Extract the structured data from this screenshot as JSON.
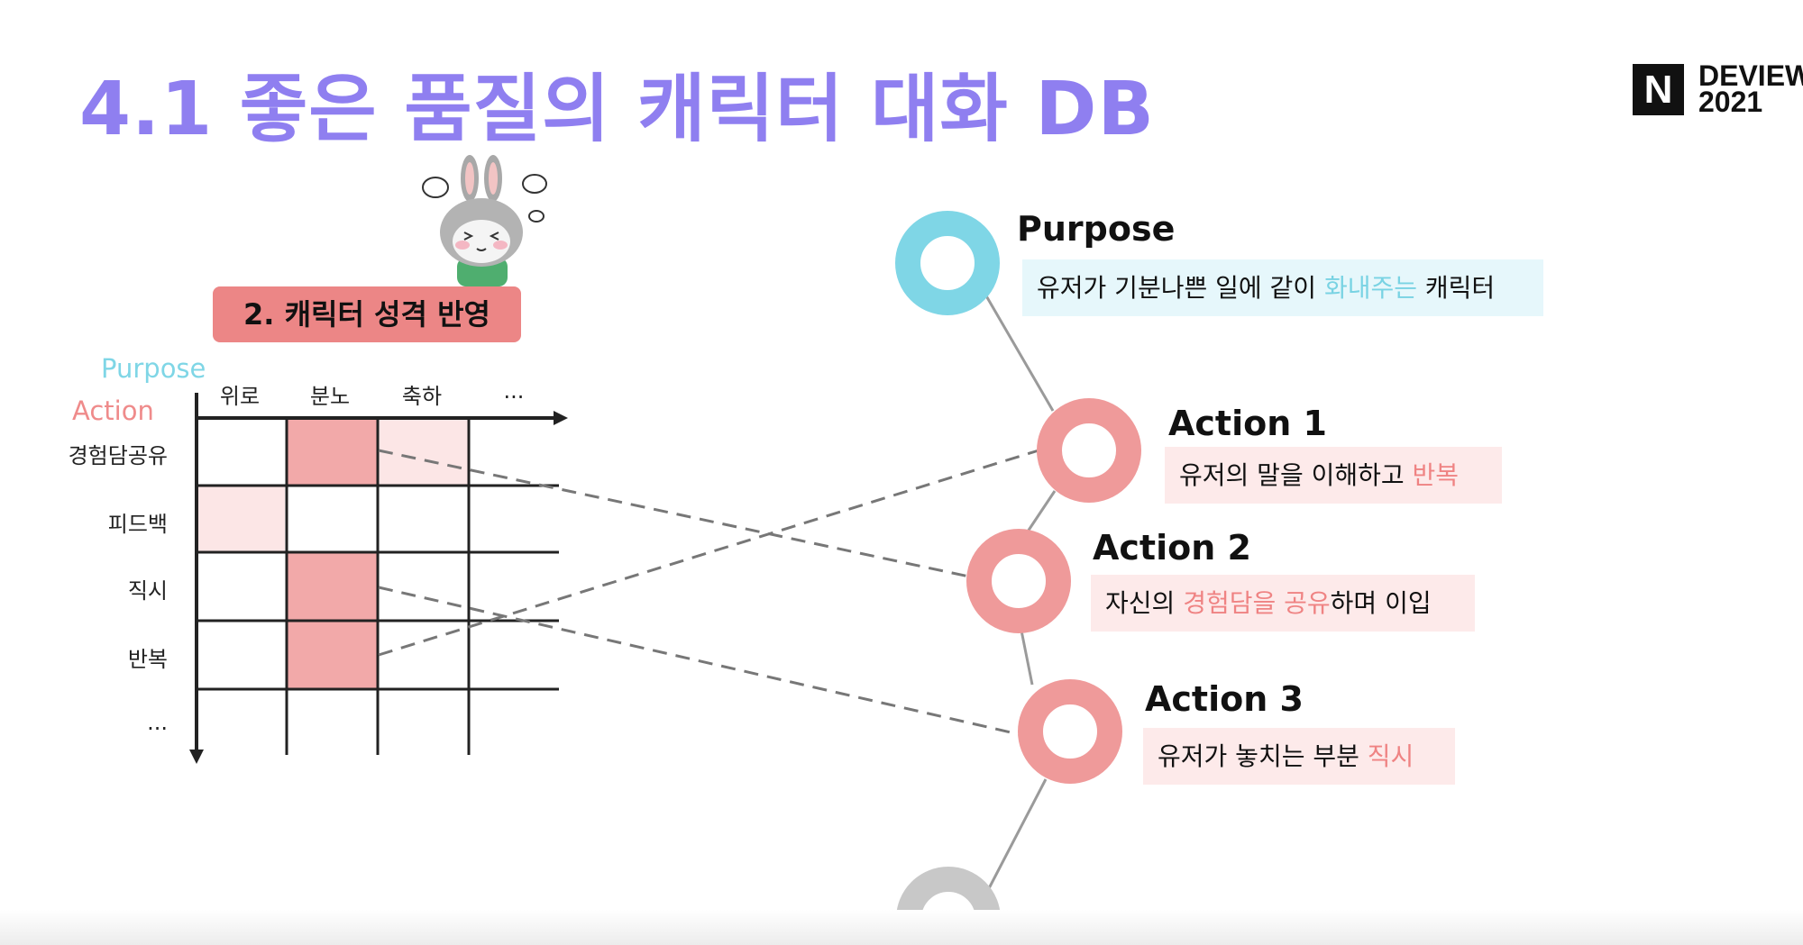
{
  "title": "4.1 좋은 품질의 캐릭터 대화 DB",
  "logo": {
    "mark": "N",
    "line1": "DEVIEW",
    "line2": "2021"
  },
  "left_panel": {
    "badge": "2. 캐릭터 성격 반영",
    "axis_purpose_label": "Purpose",
    "axis_action_label": "Action",
    "columns": [
      "위로",
      "분노",
      "축하",
      "..."
    ],
    "rows": [
      "경험담공유",
      "피드백",
      "직시",
      "반복",
      "..."
    ],
    "filled_cells": [
      {
        "row": "경험담공유",
        "column": "분노",
        "shade": "strong"
      },
      {
        "row": "경험담공유",
        "column": "축하",
        "shade": "light"
      },
      {
        "row": "피드백",
        "column": "위로",
        "shade": "light"
      },
      {
        "row": "직시",
        "column": "분노",
        "shade": "strong"
      },
      {
        "row": "반복",
        "column": "분노",
        "shade": "strong"
      }
    ]
  },
  "chain": {
    "purpose": {
      "label": "Purpose",
      "desc_pre": "유저가 기분나쁜 일에 같이 ",
      "desc_hl": "화내주는",
      "desc_post": " 캐릭터"
    },
    "action1": {
      "label": "Action 1",
      "desc_pre": "유저의 말을 이해하고 ",
      "desc_hl": "반복",
      "desc_post": ""
    },
    "action2": {
      "label": "Action 2",
      "desc_pre": "자신의 ",
      "desc_hl": "경험담을 공유",
      "desc_post": "하며 이입"
    },
    "action3": {
      "label": "Action 3",
      "desc_pre": "유저가 놓치는 부분 ",
      "desc_hl": "직시",
      "desc_post": ""
    }
  },
  "colors": {
    "title": "#8f7ff0",
    "purpose": "#7fd6e6",
    "action": "#ef8b8b",
    "cell_strong": "#f2a9a9",
    "cell_light": "#fce6e6",
    "next_node": "#c8c8c8"
  }
}
